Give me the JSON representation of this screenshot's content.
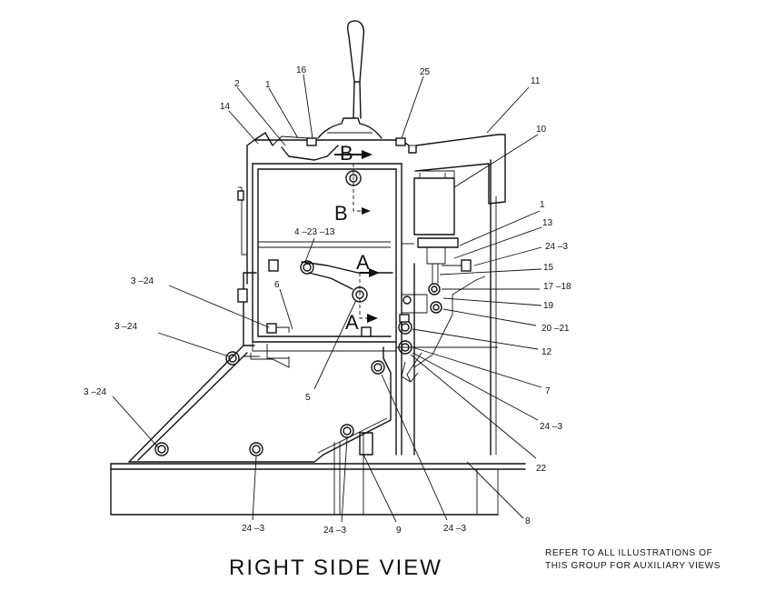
{
  "diagram": {
    "title": "RIGHT SIDE VIEW",
    "note_lines": [
      "REFER TO ALL ILLUSTRATIONS OF",
      "THIS GROUP FOR AUXILIARY VIEWS"
    ],
    "section_labels": {
      "b_top": "B",
      "b_mid": "B",
      "a_top": "A",
      "a_bot": "A"
    },
    "callouts": {
      "c1": "1",
      "c2": "2",
      "c14": "14",
      "c16": "16",
      "c25": "25",
      "c11": "11",
      "c10": "10",
      "c1b": "1",
      "c13": "13",
      "c24_3a": "24 –3",
      "c15": "15",
      "c17_18": "17 –18",
      "c19": "19",
      "c20_21": "20 –21",
      "c12": "12",
      "c7": "7",
      "c24_3b": "24 –3",
      "c22": "22",
      "c8": "8",
      "c4_23_13": "4 –23 –13",
      "c6": "6",
      "c5": "5",
      "c3_24a": "3 –24",
      "c3_24b": "3 –24",
      "c3_24c": "3 –24",
      "c24_3c": "24 –3",
      "c24_3d": "24 –3",
      "c9": "9",
      "c24_3e": "24 –3"
    }
  }
}
